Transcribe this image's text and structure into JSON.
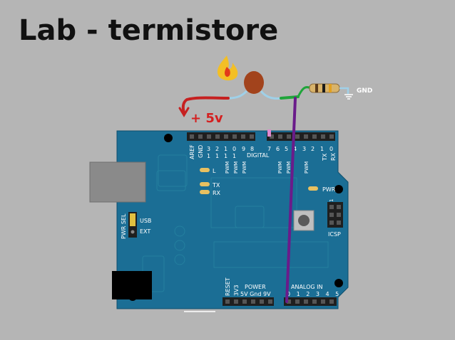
{
  "slide": {
    "title": "Lab - termistore"
  },
  "circuit": {
    "supply_label": "+ 5v",
    "ground_label": "GND"
  },
  "board": {
    "digital_header_label": "DIGITAL",
    "aref_label": "AREF",
    "gnd_label": "GND",
    "digital_pins": [
      "13",
      "12",
      "11",
      "10",
      "9",
      "8",
      "7",
      "6",
      "5",
      "4",
      "3",
      "2",
      "TX 1",
      "RX 0"
    ],
    "pwm_label": "PWM",
    "led_l_label": "L",
    "led_tx_label": "TX",
    "led_rx_label": "RX",
    "pwr_led_label": "PWR",
    "usb_label": "USB",
    "ext_label": "EXT",
    "pwr_sel_label": "PWR SEL",
    "icsp_label": "ICSP",
    "icsp_pin1": "1",
    "reset_label": "RESET",
    "v33_label": "3V3",
    "power_label": "POWER",
    "power_pins": "5V Gnd 9V",
    "analog_label": "ANALOG IN",
    "analog_pins": "0 1 2 3 4 5"
  },
  "colors": {
    "board": "#1b6e95",
    "wire_analog": "#6a1b8a",
    "wire_supply": "#c62020",
    "wire_green": "#1fa53a",
    "fire": "#f0b020"
  }
}
